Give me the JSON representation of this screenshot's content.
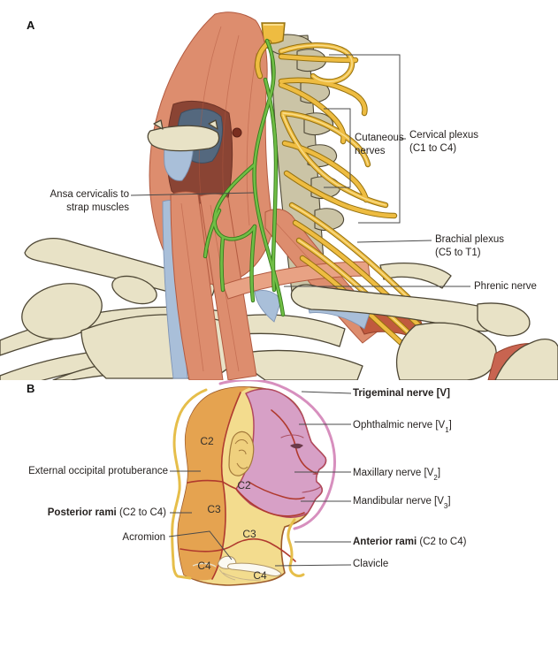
{
  "panel_a": {
    "letter": "A",
    "labels": {
      "cutaneous": {
        "line1": "Cutaneous",
        "line2": "nerves"
      },
      "cervical_plexus": {
        "line1": "Cervical plexus",
        "line2": "(C1 to C4)"
      },
      "ansa": {
        "line1": "Ansa cervicalis to",
        "line2": "strap muscles"
      },
      "brachial_plexus": {
        "line1": "Brachial plexus",
        "line2": "(C5 to T1)"
      },
      "phrenic": "Phrenic nerve"
    }
  },
  "panel_b": {
    "letter": "B",
    "labels": {
      "trigeminal": "Trigeminal nerve [V]",
      "ophthalmic": {
        "pre": "Ophthalmic nerve [V",
        "sub": "1",
        "post": "]"
      },
      "maxillary": {
        "pre": "Maxillary nerve [V",
        "sub": "2",
        "post": "]"
      },
      "mandibular": {
        "pre": "Mandibular nerve [V",
        "sub": "3",
        "post": "]"
      },
      "ext_occipital": "External occipital protuberance",
      "posterior_rami": {
        "bold": "Posterior rami",
        "rest": " (C2 to C4)"
      },
      "acromion": "Acromion",
      "anterior_rami": {
        "bold": "Anterior rami",
        "rest": " (C2 to C4)"
      },
      "clavicle": "Clavicle"
    },
    "regions": {
      "c2_posterior": "C2",
      "c2_anterior": "C2",
      "c3_posterior": "C3",
      "c3_anterior": "C3",
      "c4_posterior": "C4",
      "c4_anterior": "C4"
    }
  },
  "colors": {
    "nerve_yellow": "#EEBC41",
    "nerve_green": "#70BE45",
    "muscle_salmon": "#DD8D6E",
    "bone_beige": "#E8E2C6",
    "dermatome_orange": "#E5A350",
    "dermatome_yellow": "#F3DC8E",
    "dermatome_pink": "#D7A0C6",
    "boundary_red": "#B03A2E",
    "trigeminal_outline_pink": "#D78FBE",
    "rami_outline_yellow": "#E6BE4A",
    "label_text": "#262220"
  }
}
